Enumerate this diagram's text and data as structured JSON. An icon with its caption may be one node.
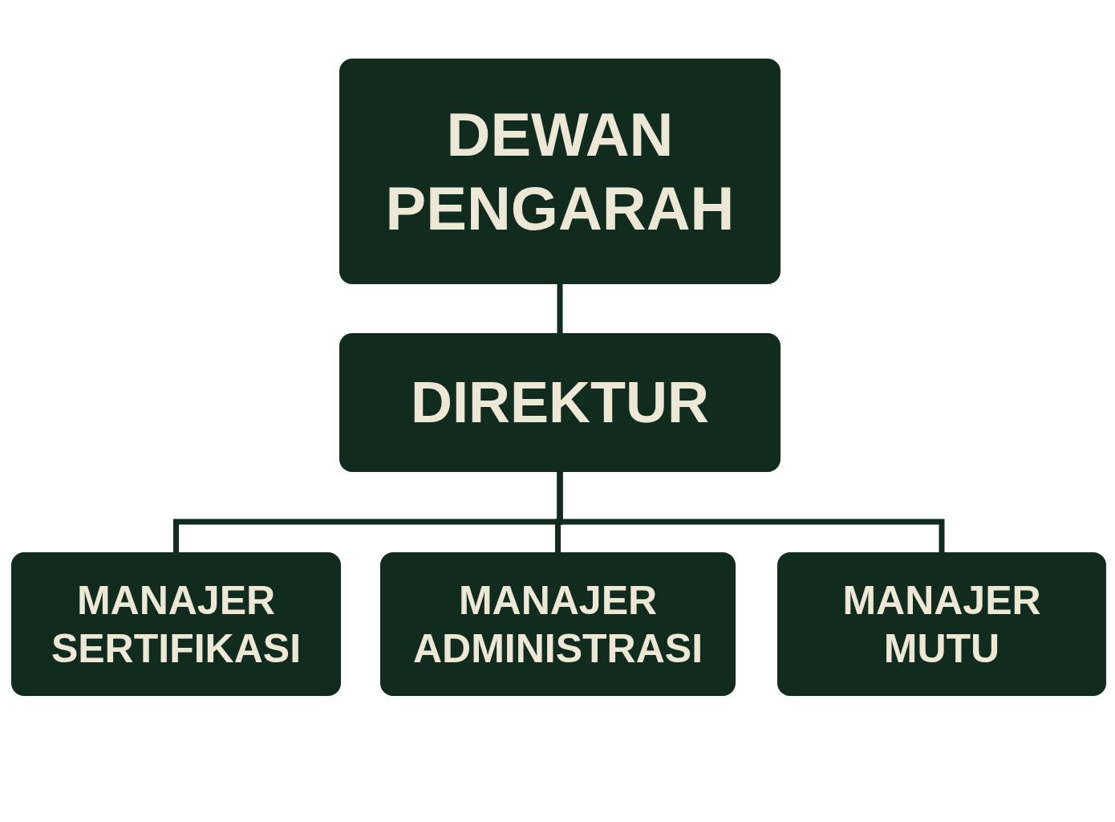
{
  "diagram": {
    "nodes": [
      {
        "text": [
          "DEWAN PENGARAH"
        ]
      },
      {
        "text": [
          "DIREKTUR"
        ]
      },
      {
        "text": [
          "MANAJER SERTIFIKASI"
        ]
      },
      {
        "text": [
          "MANAJER ADMINISTRASI"
        ]
      },
      {
        "text": [
          "MANAJER MUTU"
        ]
      }
    ],
    "edges": [
      {
        "from": 0,
        "to": 1,
        "arrow": "none"
      },
      {
        "from": 1,
        "to": 2,
        "arrow": "none"
      },
      {
        "from": 1,
        "to": 3,
        "arrow": "none"
      },
      {
        "from": 1,
        "to": 4,
        "arrow": "none"
      }
    ]
  }
}
